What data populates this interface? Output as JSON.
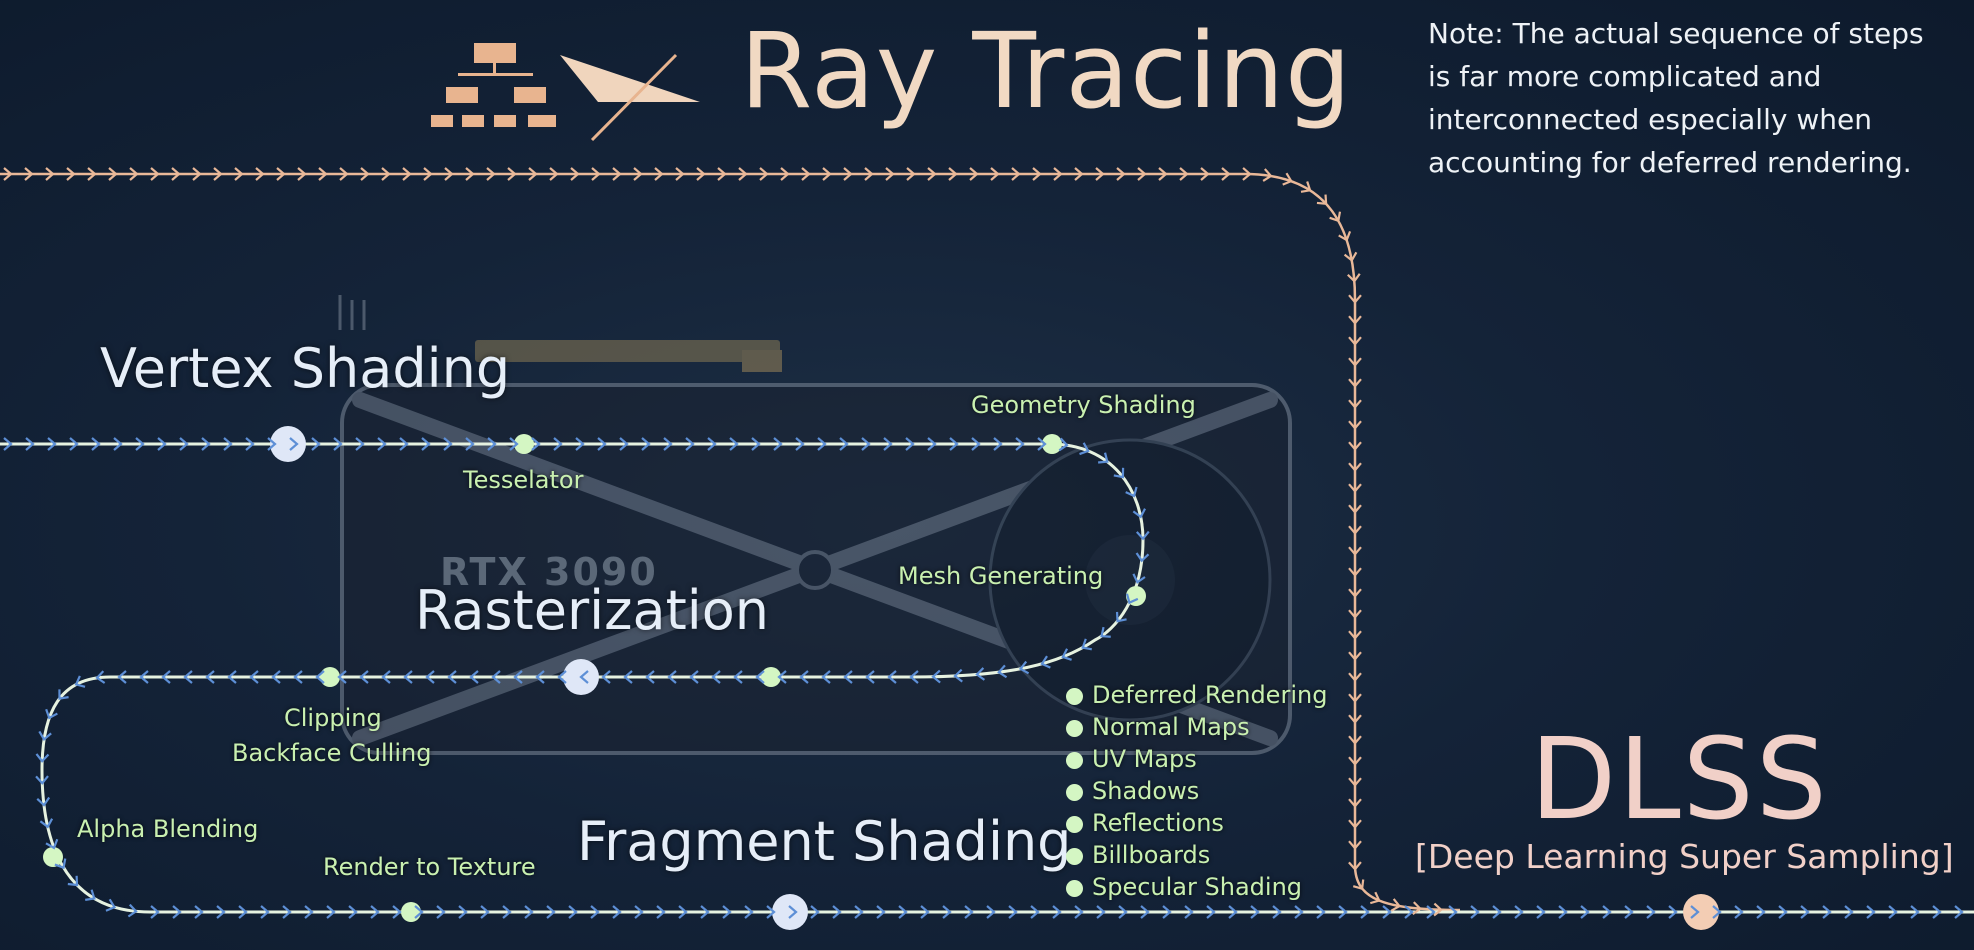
{
  "title": "Ray Tracing",
  "note": "Note: The actual sequence of steps is far more complicated and interconnected especially when accounting for deferred rendering.",
  "gpu_label": "RTX 3090",
  "stages": {
    "vertex": "Vertex Shading",
    "raster": "Rasterization",
    "fragment": "Fragment Shading"
  },
  "steps": {
    "tesselator": "Tesselator",
    "geometry": "Geometry Shading",
    "mesh": "Mesh Generating",
    "clipping": "Clipping",
    "backface": "Backface Culling",
    "alpha": "Alpha Blending",
    "render_texture": "Render to Texture"
  },
  "fragment_passes": [
    "Deferred Rendering",
    "Normal Maps",
    "UV Maps",
    "Shadows",
    "Reflections",
    "Billboards",
    "Specular Shading"
  ],
  "dlss": {
    "title": "DLSS",
    "subtitle": "[Deep Learning Super Sampling]"
  },
  "colors": {
    "ray_track": "#e9b898",
    "pipeline_track": "#e6f2e0",
    "pipeline_ticks": "#5d8fd6",
    "stage_node": "#dfe7f7",
    "step_node": "#d4f6c3",
    "dlss_node": "#f3cdb4"
  },
  "icons": [
    "hierarchy-icon",
    "ray-triangle-icon"
  ]
}
